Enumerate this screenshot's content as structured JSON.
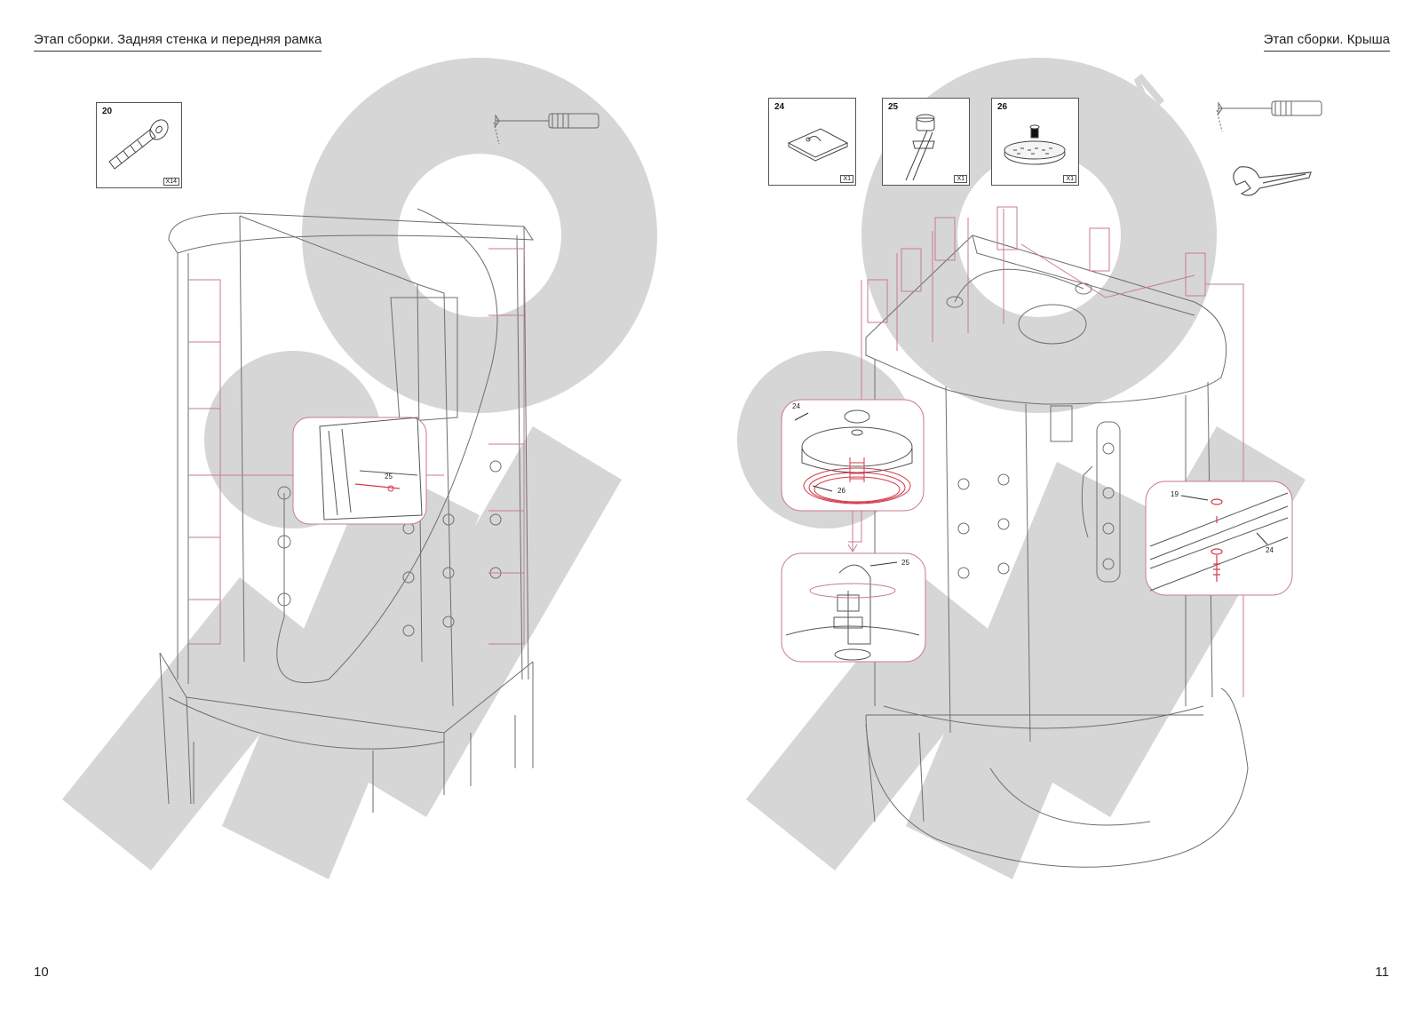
{
  "left_page": {
    "title": "Этап сборки. Задняя стенка и передняя рамка",
    "page_number": "10",
    "parts": [
      {
        "number": "20",
        "quantity": "X14",
        "icon": "screw-with-washer-icon"
      }
    ],
    "callouts": [
      "25"
    ],
    "tools": [
      "screwdriver-icon"
    ]
  },
  "right_page": {
    "title": "Этап сборки. Крыша",
    "page_number": "11",
    "parts": [
      {
        "number": "24",
        "quantity": "X1",
        "icon": "roof-panel-icon"
      },
      {
        "number": "25",
        "quantity": "X1",
        "icon": "hose-connector-icon"
      },
      {
        "number": "26",
        "quantity": "X1",
        "icon": "rain-shower-head-icon"
      }
    ],
    "detail_callouts": [
      "24",
      "26",
      "25",
      "19",
      "24"
    ],
    "tools": [
      "screwdriver-icon",
      "adjustable-wrench-icon"
    ]
  },
  "colors": {
    "watermark": "#d6d6d6",
    "line_art": "#6e6e6e",
    "accent": "#d23a4a",
    "guide_lines": "#c87a95"
  }
}
